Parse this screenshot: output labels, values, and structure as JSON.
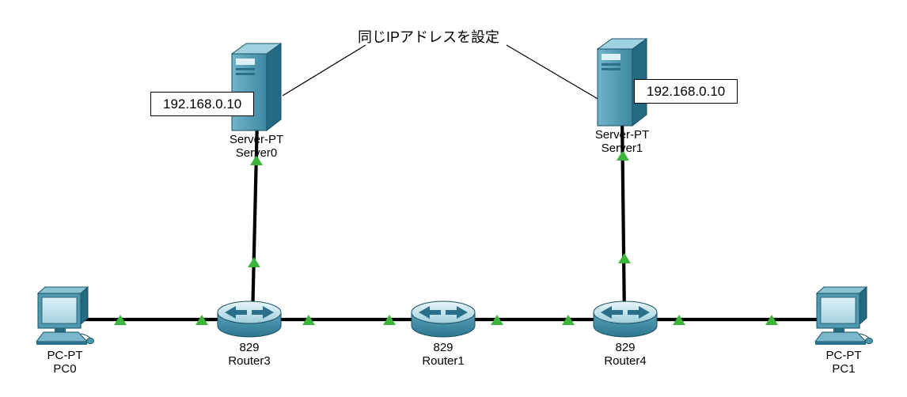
{
  "notes": {
    "annotation": "同じIPアドレスを設定",
    "ip_server0": "192.168.0.10",
    "ip_server1": "192.168.0.10"
  },
  "devices": {
    "pc0": {
      "type": "PC-PT",
      "name": "PC0"
    },
    "pc1": {
      "type": "PC-PT",
      "name": "PC1"
    },
    "router3": {
      "model": "829",
      "name": "Router3"
    },
    "router1": {
      "model": "829",
      "name": "Router1"
    },
    "router4": {
      "model": "829",
      "name": "Router4"
    },
    "server0": {
      "type": "Server-PT",
      "name": "Server0"
    },
    "server1": {
      "type": "Server-PT",
      "name": "Server1"
    }
  },
  "icons": {
    "pc": "desktop-computer-icon",
    "router": "router-cylinder-icon",
    "server": "server-tower-icon",
    "link_status": "green-triangle-up"
  },
  "colors": {
    "link": "#000000",
    "status_up": "#3db53d",
    "device_teal": "#4f9ab2",
    "device_teal_dark": "#2a708a",
    "device_teal_light": "#a8d4e2",
    "note_border": "#000000",
    "note_background": "#ffffff",
    "text": "#000000"
  }
}
